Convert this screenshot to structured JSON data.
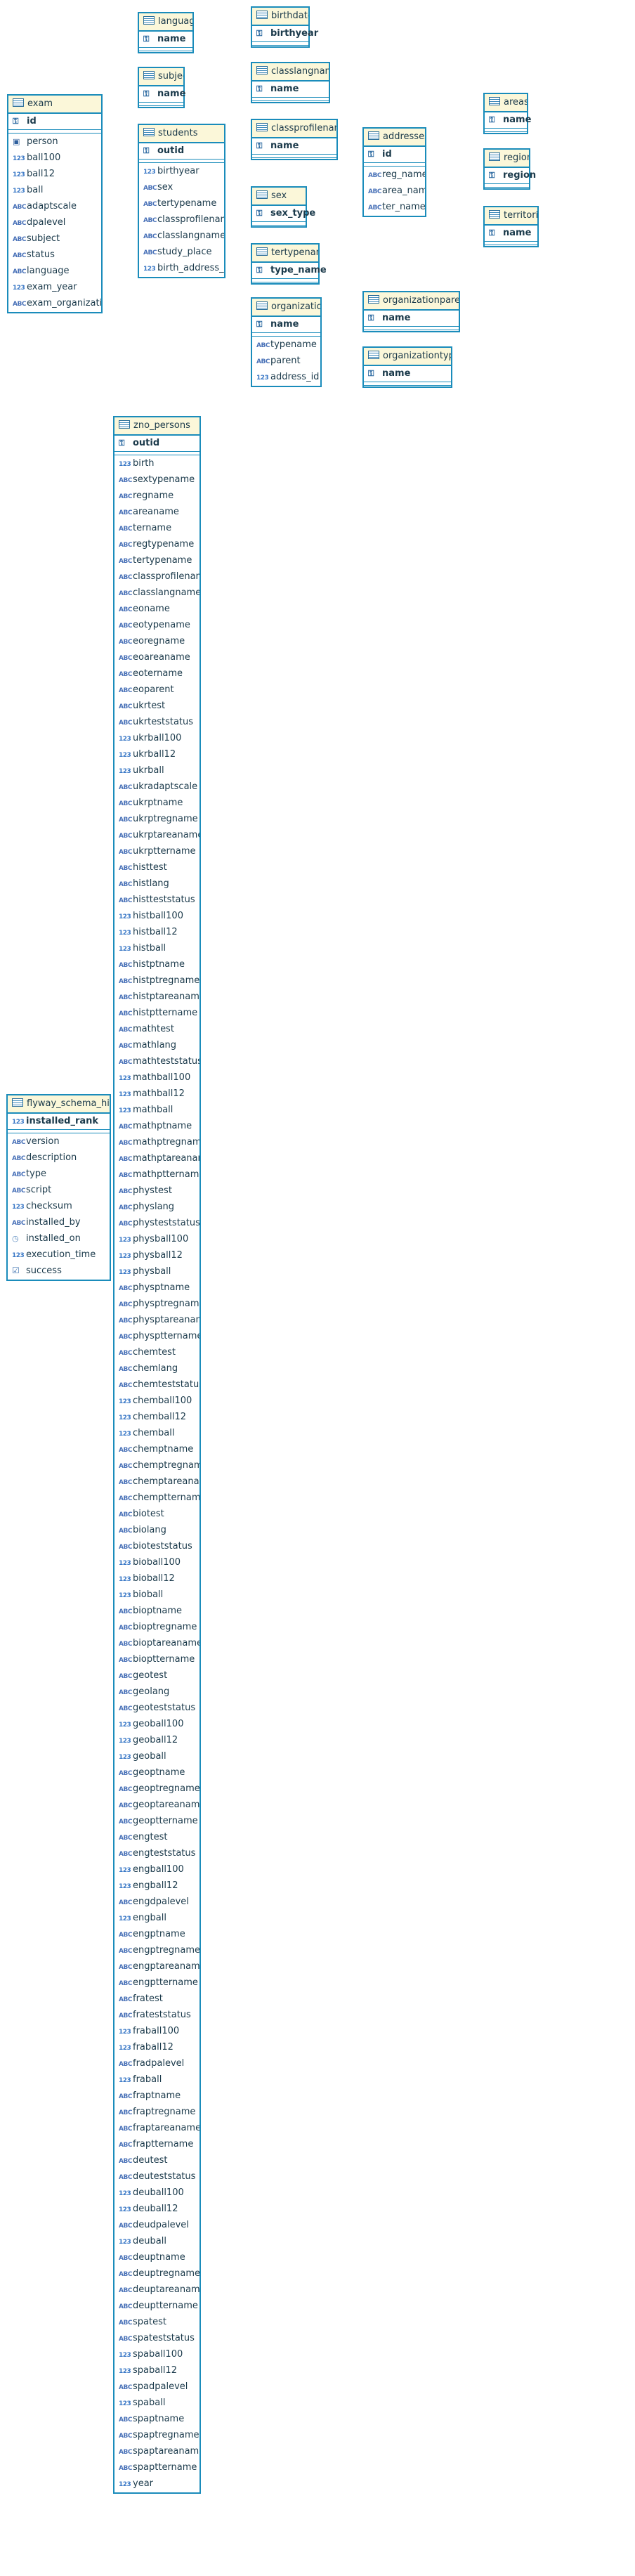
{
  "diagram": {
    "tables": [
      {
        "id": "exam",
        "title": "exam",
        "pk": [
          {
            "name": "id",
            "type": "key"
          }
        ],
        "columns": [
          {
            "name": "person",
            "type": "id"
          },
          {
            "name": "ball100",
            "type": "num"
          },
          {
            "name": "ball12",
            "type": "num"
          },
          {
            "name": "ball",
            "type": "num"
          },
          {
            "name": "adaptscale",
            "type": "text"
          },
          {
            "name": "dpalevel",
            "type": "text"
          },
          {
            "name": "subject",
            "type": "text"
          },
          {
            "name": "status",
            "type": "text"
          },
          {
            "name": "language",
            "type": "text"
          },
          {
            "name": "exam_year",
            "type": "num"
          },
          {
            "name": "exam_organization",
            "type": "text"
          }
        ]
      },
      {
        "id": "languages",
        "title": "languages",
        "pk": [
          {
            "name": "name",
            "type": "key"
          }
        ],
        "columns": []
      },
      {
        "id": "subjects",
        "title": "subjects",
        "pk": [
          {
            "name": "name",
            "type": "key"
          }
        ],
        "columns": []
      },
      {
        "id": "birthdates",
        "title": "birthdates",
        "pk": [
          {
            "name": "birthyear",
            "type": "key"
          }
        ],
        "columns": []
      },
      {
        "id": "classlangnames",
        "title": "classlangnames",
        "pk": [
          {
            "name": "name",
            "type": "key"
          }
        ],
        "columns": []
      },
      {
        "id": "classprofilenames",
        "title": "classprofilenames",
        "pk": [
          {
            "name": "name",
            "type": "key"
          }
        ],
        "columns": []
      },
      {
        "id": "students",
        "title": "students",
        "pk": [
          {
            "name": "outid",
            "type": "key"
          }
        ],
        "columns": [
          {
            "name": "birthyear",
            "type": "num"
          },
          {
            "name": "sex",
            "type": "text"
          },
          {
            "name": "tertypename",
            "type": "text"
          },
          {
            "name": "classprofilename",
            "type": "text"
          },
          {
            "name": "classlangname",
            "type": "text"
          },
          {
            "name": "study_place",
            "type": "text"
          },
          {
            "name": "birth_address_id",
            "type": "num"
          }
        ]
      },
      {
        "id": "sex",
        "title": "sex",
        "pk": [
          {
            "name": "sex_type",
            "type": "key"
          }
        ],
        "columns": []
      },
      {
        "id": "tertypenames",
        "title": "tertypenames",
        "pk": [
          {
            "name": "type_name",
            "type": "key"
          }
        ],
        "columns": []
      },
      {
        "id": "addresses",
        "title": "addresses",
        "pk": [
          {
            "name": "id",
            "type": "key"
          }
        ],
        "columns": [
          {
            "name": "reg_name",
            "type": "text"
          },
          {
            "name": "area_name",
            "type": "text"
          },
          {
            "name": "ter_name",
            "type": "text"
          }
        ]
      },
      {
        "id": "areas",
        "title": "areas",
        "pk": [
          {
            "name": "name",
            "type": "key"
          }
        ],
        "columns": []
      },
      {
        "id": "regions",
        "title": "regions",
        "pk": [
          {
            "name": "region",
            "type": "key"
          }
        ],
        "columns": []
      },
      {
        "id": "territories",
        "title": "territories",
        "pk": [
          {
            "name": "name",
            "type": "key"
          }
        ],
        "columns": []
      },
      {
        "id": "organizations",
        "title": "organizations",
        "pk": [
          {
            "name": "name",
            "type": "key"
          }
        ],
        "columns": [
          {
            "name": "typename",
            "type": "text"
          },
          {
            "name": "parent",
            "type": "text"
          },
          {
            "name": "address_id",
            "type": "num"
          }
        ]
      },
      {
        "id": "organizationparents",
        "title": "organizationparents",
        "pk": [
          {
            "name": "name",
            "type": "key"
          }
        ],
        "columns": []
      },
      {
        "id": "organizationtypes",
        "title": "organizationtypes",
        "pk": [
          {
            "name": "name",
            "type": "key"
          }
        ],
        "columns": []
      },
      {
        "id": "flyway",
        "title": "flyway_schema_history",
        "pk": [
          {
            "name": "installed_rank",
            "type": "num"
          }
        ],
        "columns": [
          {
            "name": "version",
            "type": "text"
          },
          {
            "name": "description",
            "type": "text"
          },
          {
            "name": "type",
            "type": "text"
          },
          {
            "name": "script",
            "type": "text"
          },
          {
            "name": "checksum",
            "type": "num"
          },
          {
            "name": "installed_by",
            "type": "text"
          },
          {
            "name": "installed_on",
            "type": "date"
          },
          {
            "name": "execution_time",
            "type": "num"
          },
          {
            "name": "success",
            "type": "bool"
          }
        ]
      },
      {
        "id": "zno_persons",
        "title": "zno_persons",
        "pk": [
          {
            "name": "outid",
            "type": "key"
          }
        ],
        "columns": [
          {
            "name": "birth",
            "type": "num"
          },
          {
            "name": "sextypename",
            "type": "text"
          },
          {
            "name": "regname",
            "type": "text"
          },
          {
            "name": "areaname",
            "type": "text"
          },
          {
            "name": "tername",
            "type": "text"
          },
          {
            "name": "regtypename",
            "type": "text"
          },
          {
            "name": "tertypename",
            "type": "text"
          },
          {
            "name": "classprofilename",
            "type": "text"
          },
          {
            "name": "classlangname",
            "type": "text"
          },
          {
            "name": "eoname",
            "type": "text"
          },
          {
            "name": "eotypename",
            "type": "text"
          },
          {
            "name": "eoregname",
            "type": "text"
          },
          {
            "name": "eoareaname",
            "type": "text"
          },
          {
            "name": "eotername",
            "type": "text"
          },
          {
            "name": "eoparent",
            "type": "text"
          },
          {
            "name": "ukrtest",
            "type": "text"
          },
          {
            "name": "ukrteststatus",
            "type": "text"
          },
          {
            "name": "ukrball100",
            "type": "num"
          },
          {
            "name": "ukrball12",
            "type": "num"
          },
          {
            "name": "ukrball",
            "type": "num"
          },
          {
            "name": "ukradaptscale",
            "type": "text"
          },
          {
            "name": "ukrptname",
            "type": "text"
          },
          {
            "name": "ukrptregname",
            "type": "text"
          },
          {
            "name": "ukrptareaname",
            "type": "text"
          },
          {
            "name": "ukrpttername",
            "type": "text"
          },
          {
            "name": "histtest",
            "type": "text"
          },
          {
            "name": "histlang",
            "type": "text"
          },
          {
            "name": "histteststatus",
            "type": "text"
          },
          {
            "name": "histball100",
            "type": "num"
          },
          {
            "name": "histball12",
            "type": "num"
          },
          {
            "name": "histball",
            "type": "num"
          },
          {
            "name": "histptname",
            "type": "text"
          },
          {
            "name": "histptregname",
            "type": "text"
          },
          {
            "name": "histptareaname",
            "type": "text"
          },
          {
            "name": "histpttername",
            "type": "text"
          },
          {
            "name": "mathtest",
            "type": "text"
          },
          {
            "name": "mathlang",
            "type": "text"
          },
          {
            "name": "mathteststatus",
            "type": "text"
          },
          {
            "name": "mathball100",
            "type": "num"
          },
          {
            "name": "mathball12",
            "type": "num"
          },
          {
            "name": "mathball",
            "type": "num"
          },
          {
            "name": "mathptname",
            "type": "text"
          },
          {
            "name": "mathptregname",
            "type": "text"
          },
          {
            "name": "mathptareaname",
            "type": "text"
          },
          {
            "name": "mathpttername",
            "type": "text"
          },
          {
            "name": "phystest",
            "type": "text"
          },
          {
            "name": "physlang",
            "type": "text"
          },
          {
            "name": "physteststatus",
            "type": "text"
          },
          {
            "name": "physball100",
            "type": "num"
          },
          {
            "name": "physball12",
            "type": "num"
          },
          {
            "name": "physball",
            "type": "num"
          },
          {
            "name": "physptname",
            "type": "text"
          },
          {
            "name": "physptregname",
            "type": "text"
          },
          {
            "name": "physptareaname",
            "type": "text"
          },
          {
            "name": "physpttername",
            "type": "text"
          },
          {
            "name": "chemtest",
            "type": "text"
          },
          {
            "name": "chemlang",
            "type": "text"
          },
          {
            "name": "chemteststatus",
            "type": "text"
          },
          {
            "name": "chemball100",
            "type": "num"
          },
          {
            "name": "chemball12",
            "type": "num"
          },
          {
            "name": "chemball",
            "type": "num"
          },
          {
            "name": "chemptname",
            "type": "text"
          },
          {
            "name": "chemptregname",
            "type": "text"
          },
          {
            "name": "chemptareaname",
            "type": "text"
          },
          {
            "name": "chempttername",
            "type": "text"
          },
          {
            "name": "biotest",
            "type": "text"
          },
          {
            "name": "biolang",
            "type": "text"
          },
          {
            "name": "bioteststatus",
            "type": "text"
          },
          {
            "name": "bioball100",
            "type": "num"
          },
          {
            "name": "bioball12",
            "type": "num"
          },
          {
            "name": "bioball",
            "type": "num"
          },
          {
            "name": "bioptname",
            "type": "text"
          },
          {
            "name": "bioptregname",
            "type": "text"
          },
          {
            "name": "bioptareaname",
            "type": "text"
          },
          {
            "name": "biopttername",
            "type": "text"
          },
          {
            "name": "geotest",
            "type": "text"
          },
          {
            "name": "geolang",
            "type": "text"
          },
          {
            "name": "geoteststatus",
            "type": "text"
          },
          {
            "name": "geoball100",
            "type": "num"
          },
          {
            "name": "geoball12",
            "type": "num"
          },
          {
            "name": "geoball",
            "type": "num"
          },
          {
            "name": "geoptname",
            "type": "text"
          },
          {
            "name": "geoptregname",
            "type": "text"
          },
          {
            "name": "geoptareaname",
            "type": "text"
          },
          {
            "name": "geopttername",
            "type": "text"
          },
          {
            "name": "engtest",
            "type": "text"
          },
          {
            "name": "engteststatus",
            "type": "text"
          },
          {
            "name": "engball100",
            "type": "num"
          },
          {
            "name": "engball12",
            "type": "num"
          },
          {
            "name": "engdpalevel",
            "type": "text"
          },
          {
            "name": "engball",
            "type": "num"
          },
          {
            "name": "engptname",
            "type": "text"
          },
          {
            "name": "engptregname",
            "type": "text"
          },
          {
            "name": "engptareaname",
            "type": "text"
          },
          {
            "name": "engpttername",
            "type": "text"
          },
          {
            "name": "fratest",
            "type": "text"
          },
          {
            "name": "frateststatus",
            "type": "text"
          },
          {
            "name": "fraball100",
            "type": "num"
          },
          {
            "name": "fraball12",
            "type": "num"
          },
          {
            "name": "fradpalevel",
            "type": "text"
          },
          {
            "name": "fraball",
            "type": "num"
          },
          {
            "name": "fraptname",
            "type": "text"
          },
          {
            "name": "fraptregname",
            "type": "text"
          },
          {
            "name": "fraptareaname",
            "type": "text"
          },
          {
            "name": "frapttername",
            "type": "text"
          },
          {
            "name": "deutest",
            "type": "text"
          },
          {
            "name": "deuteststatus",
            "type": "text"
          },
          {
            "name": "deuball100",
            "type": "num"
          },
          {
            "name": "deuball12",
            "type": "num"
          },
          {
            "name": "deudpalevel",
            "type": "text"
          },
          {
            "name": "deuball",
            "type": "num"
          },
          {
            "name": "deuptname",
            "type": "text"
          },
          {
            "name": "deuptregname",
            "type": "text"
          },
          {
            "name": "deuptareaname",
            "type": "text"
          },
          {
            "name": "deupttername",
            "type": "text"
          },
          {
            "name": "spatest",
            "type": "text"
          },
          {
            "name": "spateststatus",
            "type": "text"
          },
          {
            "name": "spaball100",
            "type": "num"
          },
          {
            "name": "spaball12",
            "type": "num"
          },
          {
            "name": "spadpalevel",
            "type": "text"
          },
          {
            "name": "spaball",
            "type": "num"
          },
          {
            "name": "spaptname",
            "type": "text"
          },
          {
            "name": "spaptregname",
            "type": "text"
          },
          {
            "name": "spaptareaname",
            "type": "text"
          },
          {
            "name": "spapttername",
            "type": "text"
          },
          {
            "name": "year",
            "type": "num"
          }
        ]
      }
    ],
    "relationships": [
      {
        "from": "exam",
        "from_col": "language",
        "to": "languages"
      },
      {
        "from": "exam",
        "from_col": "subject",
        "to": "subjects"
      },
      {
        "from": "exam",
        "from_col": "person",
        "to": "students"
      },
      {
        "from": "exam",
        "from_col": "exam_organization",
        "to": "organizations"
      },
      {
        "from": "students",
        "from_col": "birthyear",
        "to": "birthdates"
      },
      {
        "from": "students",
        "from_col": "classlangname",
        "to": "classlangnames"
      },
      {
        "from": "students",
        "from_col": "classprofilename",
        "to": "classprofilenames"
      },
      {
        "from": "students",
        "from_col": "sex",
        "to": "sex"
      },
      {
        "from": "students",
        "from_col": "tertypename",
        "to": "tertypenames"
      },
      {
        "from": "students",
        "from_col": "study_place",
        "to": "organizations"
      },
      {
        "from": "students",
        "from_col": "birth_address_id",
        "to": "addresses"
      },
      {
        "from": "addresses",
        "from_col": "area_name",
        "to": "areas"
      },
      {
        "from": "addresses",
        "from_col": "reg_name",
        "to": "regions"
      },
      {
        "from": "addresses",
        "from_col": "ter_name",
        "to": "territories"
      },
      {
        "from": "organizations",
        "from_col": "parent",
        "to": "organizationparents"
      },
      {
        "from": "organizations",
        "from_col": "typename",
        "to": "organizationtypes"
      },
      {
        "from": "organizations",
        "from_col": "address_id",
        "to": "addresses"
      }
    ],
    "colors": {
      "border": "#1a8cbb",
      "header_bg": "#fbf7d9",
      "edge": "#4a9fd0"
    }
  }
}
